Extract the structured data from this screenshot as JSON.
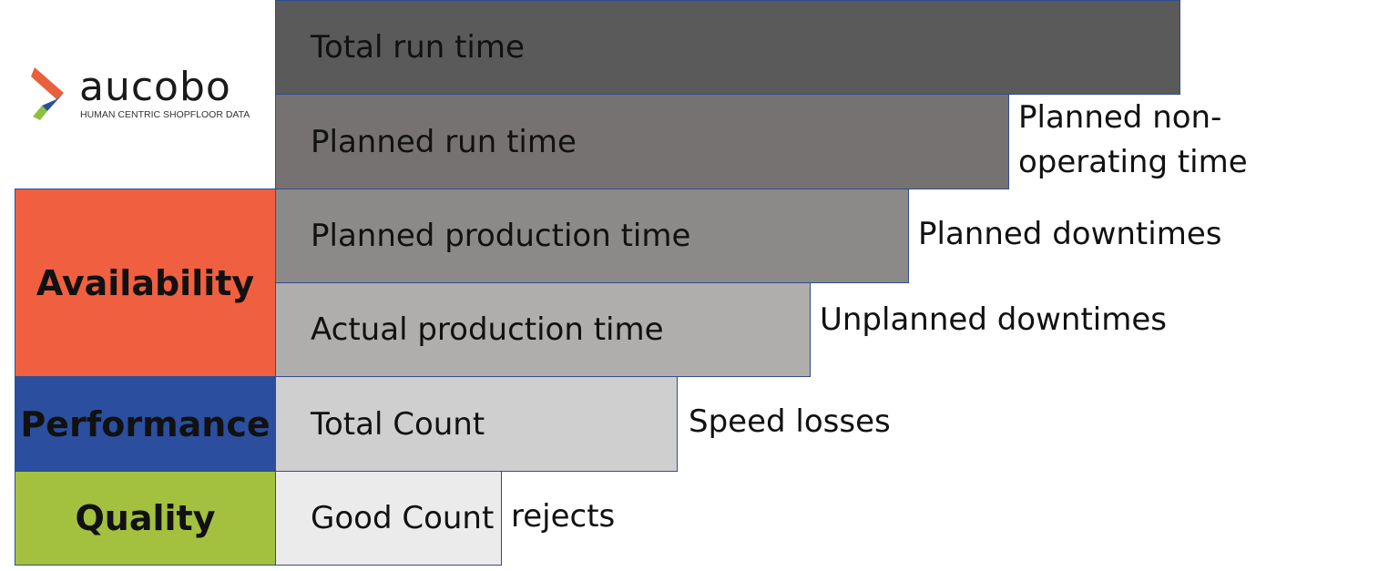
{
  "logo": {
    "word": "aucobo",
    "tagline": "HUMAN CENTRIC SHOPFLOOR DATA",
    "colors": {
      "top": "#e8603c",
      "middle": "#2b4f9a",
      "bottom": "#8cc13f"
    }
  },
  "categories": [
    {
      "label": "Availability",
      "color": "#f06040"
    },
    {
      "label": "Performance",
      "color": "#2b4f9e"
    },
    {
      "label": "Quality",
      "color": "#a3c13f"
    }
  ],
  "bars": [
    {
      "label": "Total run time",
      "color": "#5a5a5a"
    },
    {
      "label": "Planned run time",
      "color": "#767271"
    },
    {
      "label": "Planned production time",
      "color": "#8c8a89"
    },
    {
      "label": "Actual production time",
      "color": "#b0aeac"
    },
    {
      "label": "Total Count",
      "color": "#d0cfd0"
    },
    {
      "label": "Good Count",
      "color": "#ebebeb"
    }
  ],
  "losses": [
    {
      "label": "Planned non-\noperating time"
    },
    {
      "label": "Planned downtimes"
    },
    {
      "label": "Unplanned downtimes"
    },
    {
      "label": "Speed losses"
    },
    {
      "label": "rejects"
    }
  ]
}
